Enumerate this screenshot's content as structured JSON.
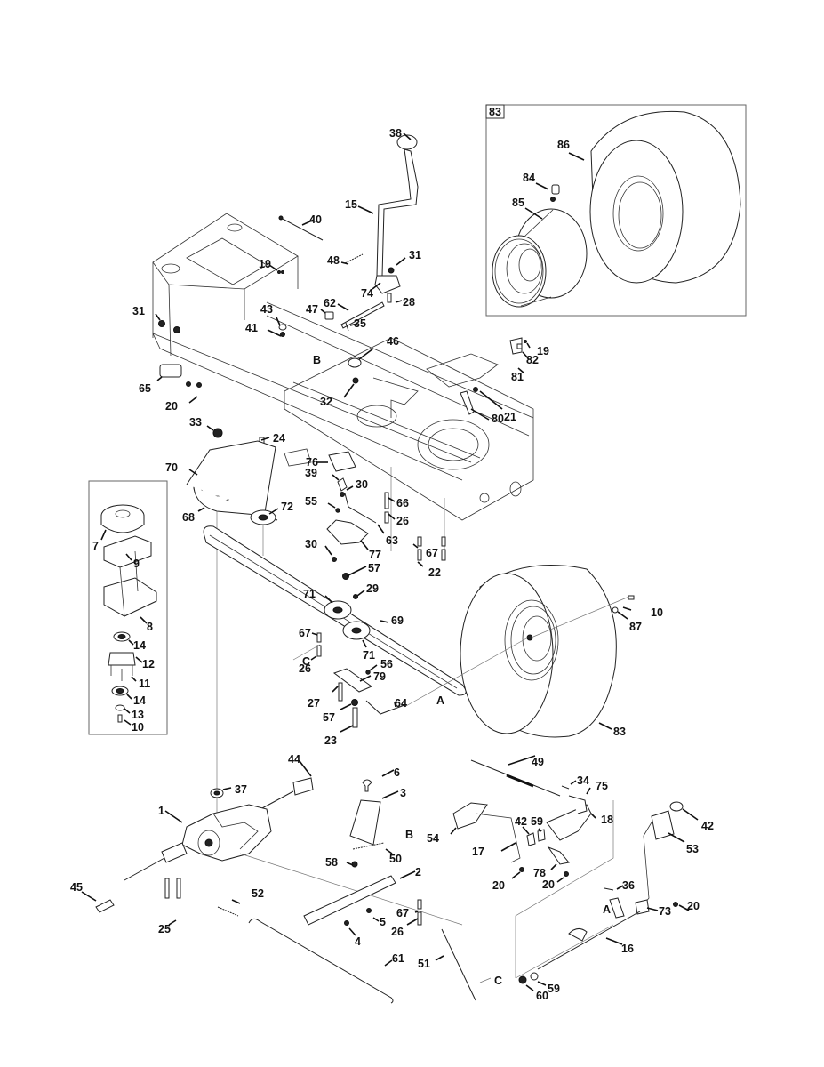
{
  "diagram": {
    "type": "exploded-parts-diagram",
    "inset_wheel": {
      "tag": "83",
      "callouts": [
        {
          "id": "86",
          "label": "86",
          "part": "tire"
        },
        {
          "id": "84",
          "label": "84",
          "part": "valve-stem"
        },
        {
          "id": "85",
          "label": "85",
          "part": "wheel-rim"
        }
      ]
    },
    "inset_pulley": {
      "callouts": [
        {
          "id": "7",
          "label": "7"
        },
        {
          "id": "9",
          "label": "9"
        },
        {
          "id": "8",
          "label": "8"
        },
        {
          "id": "14a",
          "label": "14"
        },
        {
          "id": "12",
          "label": "12"
        },
        {
          "id": "11",
          "label": "11"
        },
        {
          "id": "14b",
          "label": "14"
        },
        {
          "id": "13",
          "label": "13"
        },
        {
          "id": "10a",
          "label": "10"
        }
      ]
    },
    "callouts": [
      {
        "id": "38",
        "label": "38"
      },
      {
        "id": "15",
        "label": "15"
      },
      {
        "id": "40",
        "label": "40"
      },
      {
        "id": "31a",
        "label": "31"
      },
      {
        "id": "48",
        "label": "48"
      },
      {
        "id": "19a",
        "label": "19"
      },
      {
        "id": "74",
        "label": "74"
      },
      {
        "id": "62",
        "label": "62"
      },
      {
        "id": "47",
        "label": "47"
      },
      {
        "id": "28",
        "label": "28"
      },
      {
        "id": "43",
        "label": "43"
      },
      {
        "id": "35",
        "label": "35"
      },
      {
        "id": "31b",
        "label": "31"
      },
      {
        "id": "41",
        "label": "41"
      },
      {
        "id": "46",
        "label": "46"
      },
      {
        "id": "B1",
        "label": "B"
      },
      {
        "id": "19b",
        "label": "19"
      },
      {
        "id": "82",
        "label": "82"
      },
      {
        "id": "81",
        "label": "81"
      },
      {
        "id": "65",
        "label": "65"
      },
      {
        "id": "32",
        "label": "32"
      },
      {
        "id": "20a",
        "label": "20"
      },
      {
        "id": "21",
        "label": "21"
      },
      {
        "id": "80",
        "label": "80"
      },
      {
        "id": "33",
        "label": "33"
      },
      {
        "id": "24",
        "label": "24"
      },
      {
        "id": "76",
        "label": "76"
      },
      {
        "id": "70",
        "label": "70"
      },
      {
        "id": "39",
        "label": "39"
      },
      {
        "id": "30a",
        "label": "30"
      },
      {
        "id": "66",
        "label": "66"
      },
      {
        "id": "55",
        "label": "55"
      },
      {
        "id": "72",
        "label": "72"
      },
      {
        "id": "68",
        "label": "68"
      },
      {
        "id": "26a",
        "label": "26"
      },
      {
        "id": "63",
        "label": "63"
      },
      {
        "id": "30b",
        "label": "30"
      },
      {
        "id": "77",
        "label": "77"
      },
      {
        "id": "67a",
        "label": "67"
      },
      {
        "id": "57a",
        "label": "57"
      },
      {
        "id": "22",
        "label": "22"
      },
      {
        "id": "29",
        "label": "29"
      },
      {
        "id": "71a",
        "label": "71"
      },
      {
        "id": "69",
        "label": "69"
      },
      {
        "id": "10b",
        "label": "10"
      },
      {
        "id": "87",
        "label": "87"
      },
      {
        "id": "67b",
        "label": "67"
      },
      {
        "id": "71b",
        "label": "71"
      },
      {
        "id": "C1",
        "label": "C"
      },
      {
        "id": "26b",
        "label": "26"
      },
      {
        "id": "56",
        "label": "56"
      },
      {
        "id": "79",
        "label": "79"
      },
      {
        "id": "27",
        "label": "27"
      },
      {
        "id": "64",
        "label": "64"
      },
      {
        "id": "A1",
        "label": "A"
      },
      {
        "id": "57b",
        "label": "57"
      },
      {
        "id": "23",
        "label": "23"
      },
      {
        "id": "83",
        "label": "83"
      },
      {
        "id": "44",
        "label": "44"
      },
      {
        "id": "6",
        "label": "6"
      },
      {
        "id": "49",
        "label": "49"
      },
      {
        "id": "37",
        "label": "37"
      },
      {
        "id": "3",
        "label": "3"
      },
      {
        "id": "34",
        "label": "34"
      },
      {
        "id": "75",
        "label": "75"
      },
      {
        "id": "1",
        "label": "1"
      },
      {
        "id": "18",
        "label": "18"
      },
      {
        "id": "42a",
        "label": "42"
      },
      {
        "id": "59a",
        "label": "59"
      },
      {
        "id": "54",
        "label": "54"
      },
      {
        "id": "42b",
        "label": "42"
      },
      {
        "id": "B2",
        "label": "B"
      },
      {
        "id": "17",
        "label": "17"
      },
      {
        "id": "53",
        "label": "53"
      },
      {
        "id": "50",
        "label": "50"
      },
      {
        "id": "78",
        "label": "78"
      },
      {
        "id": "58",
        "label": "58"
      },
      {
        "id": "20b",
        "label": "20"
      },
      {
        "id": "20c",
        "label": "20"
      },
      {
        "id": "2",
        "label": "2"
      },
      {
        "id": "45",
        "label": "45"
      },
      {
        "id": "52",
        "label": "52"
      },
      {
        "id": "36",
        "label": "36"
      },
      {
        "id": "67c",
        "label": "67"
      },
      {
        "id": "A2",
        "label": "A"
      },
      {
        "id": "73",
        "label": "73"
      },
      {
        "id": "20d",
        "label": "20"
      },
      {
        "id": "5",
        "label": "5"
      },
      {
        "id": "25",
        "label": "25"
      },
      {
        "id": "26c",
        "label": "26"
      },
      {
        "id": "4",
        "label": "4"
      },
      {
        "id": "16",
        "label": "16"
      },
      {
        "id": "51",
        "label": "51"
      },
      {
        "id": "61",
        "label": "61"
      },
      {
        "id": "C2",
        "label": "C"
      },
      {
        "id": "59b",
        "label": "59"
      },
      {
        "id": "60",
        "label": "60"
      }
    ]
  }
}
